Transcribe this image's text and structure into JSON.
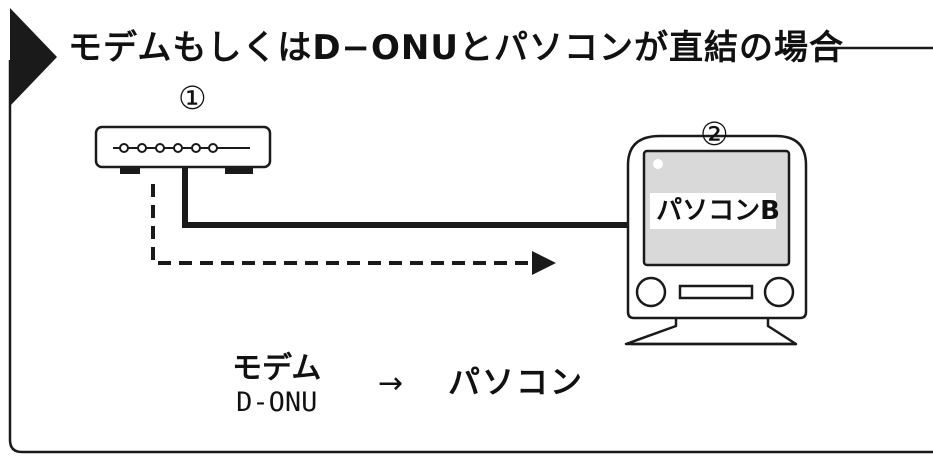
{
  "title": "モデムもしくはD−ONUとパソコンが直結の場合",
  "markers": {
    "device1": "①",
    "device2": "②"
  },
  "computer": {
    "screen_label": "パソコンB"
  },
  "caption": {
    "source_line1": "モデム",
    "source_line2": "D-ONU",
    "arrow": "→",
    "destination": "パソコン"
  },
  "colors": {
    "line": "#1a1a1a",
    "panel_fill": "#ffffff",
    "accent_triangle": "#1a1a1a"
  },
  "icons": [
    "modem-icon",
    "computer-icon",
    "dashed-arrow-icon"
  ]
}
